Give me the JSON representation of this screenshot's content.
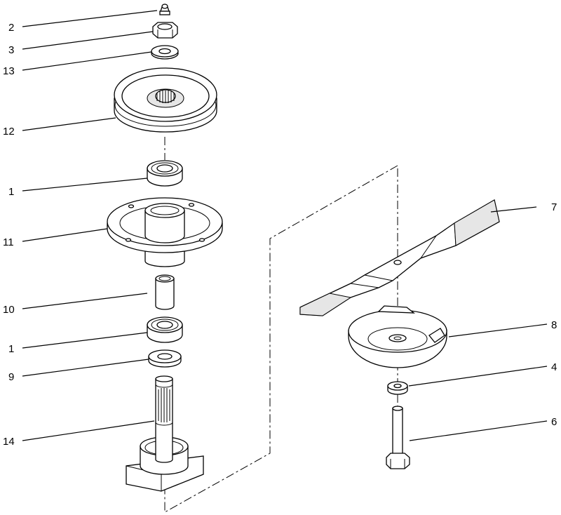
{
  "callouts": [
    {
      "id": "grease-fitting",
      "number": "2"
    },
    {
      "id": "nut",
      "number": "3"
    },
    {
      "id": "washer-top",
      "number": "13"
    },
    {
      "id": "pulley",
      "number": "12"
    },
    {
      "id": "bearing-top",
      "number": "1"
    },
    {
      "id": "spindle-housing",
      "number": "11"
    },
    {
      "id": "spacer",
      "number": "10"
    },
    {
      "id": "bearing-bottom",
      "number": "1"
    },
    {
      "id": "seal",
      "number": "9"
    },
    {
      "id": "spindle-shaft",
      "number": "14"
    },
    {
      "id": "blade",
      "number": "7"
    },
    {
      "id": "blade-mount",
      "number": "8"
    },
    {
      "id": "washer-bolt",
      "number": "4"
    },
    {
      "id": "blade-bolt",
      "number": "6"
    }
  ],
  "colors": {
    "line": "#000000",
    "background": "#ffffff"
  }
}
